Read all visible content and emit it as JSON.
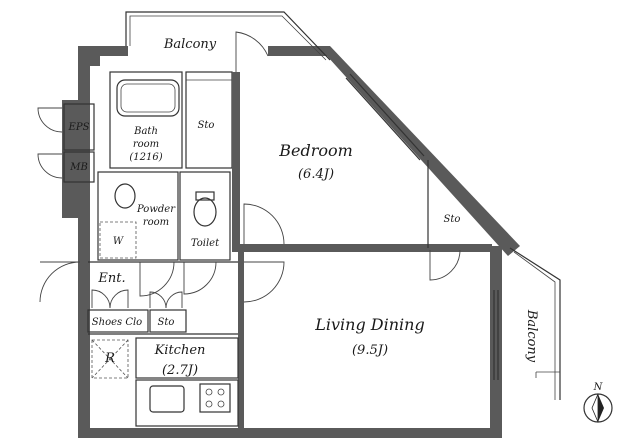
{
  "rooms": {
    "balcony_top": "Balcony",
    "balcony_right": "Balcony",
    "bedroom": "Bedroom",
    "bedroom_size": "(6.4J)",
    "sto_top": "Sto",
    "sto_right": "Sto",
    "sto_entry": "Sto",
    "bath_1": "Bath",
    "bath_2": "room",
    "bath_3": "(1216)",
    "powder_1": "Powder",
    "powder_2": "room",
    "toilet": "Toilet",
    "eps": "EPS",
    "mb": "MB",
    "washer": "W",
    "entrance": "Ent.",
    "shoes": "Shoes Clo",
    "kitchen": "Kitchen",
    "kitchen_size": "(2.7J)",
    "fridge": "R",
    "living": "Living Dining",
    "living_size": "(9.5J)",
    "north": "N"
  }
}
